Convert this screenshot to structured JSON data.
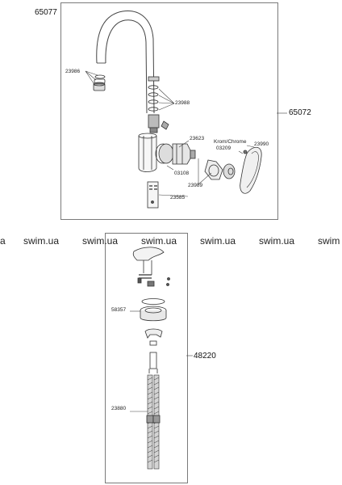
{
  "assembly_top": {
    "code": "65077"
  },
  "assembly_right": {
    "code": "65072"
  },
  "assembly_bottom": {
    "code": "48220"
  },
  "parts": {
    "p23986": "23986",
    "p23988": "23988",
    "p23623": "23623",
    "krom_label": "Krom/Chrome",
    "p03209": "03209",
    "p23990": "23990",
    "p03108": "03108",
    "p23989": "23989",
    "p23585": "23585",
    "p58357": "58357",
    "p23880": "23880"
  },
  "watermarks": [
    "a",
    "swim.ua",
    "swim.ua",
    "swim.ua",
    "swim.ua",
    "swim.ua",
    "swim"
  ]
}
